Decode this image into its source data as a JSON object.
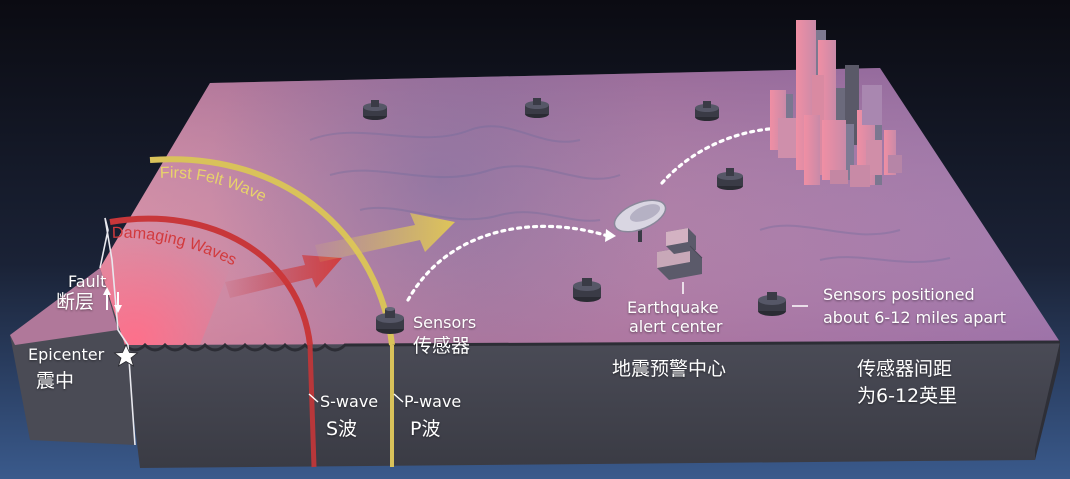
{
  "waves": {
    "first_felt": "First Felt Wave",
    "damaging": "Damaging Waves"
  },
  "fault": {
    "en": "Fault",
    "zh": "断层"
  },
  "epicenter": {
    "en": "Epicenter",
    "zh": "震中"
  },
  "sensors": {
    "en": "Sensors",
    "zh": "传感器"
  },
  "alert_center": {
    "en_line1": "Earthquake",
    "en_line2": "alert center",
    "zh": "地震预警中心"
  },
  "spacing": {
    "en_line1": "Sensors positioned",
    "en_line2": "about 6-12 miles apart",
    "zh_line1": "传感器间距",
    "zh_line2": "为6-12英里"
  },
  "swave": {
    "en": "S-wave",
    "zh": "S波"
  },
  "pwave": {
    "en": "P-wave",
    "zh": "P波"
  },
  "colors": {
    "s_wave": "#c8373a",
    "p_wave": "#d9c25a",
    "ground_top": "#b77a9a",
    "block_side": "#454650"
  }
}
